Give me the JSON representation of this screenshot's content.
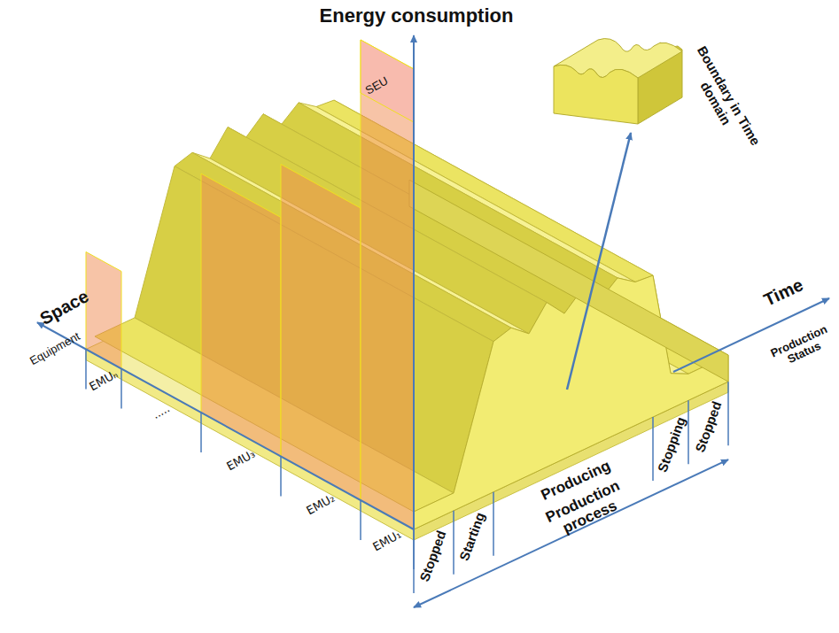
{
  "diagram": {
    "labels": [
      "Energy consumption",
      "Space",
      "Equipment",
      "Time",
      "Production Status",
      "SEU",
      "Boundary in Time domain",
      "EMUₙ",
      ".....",
      "EMU₃",
      "EMU₂",
      "EMU₁",
      "Stopped",
      "Starting",
      "Producing",
      "Stopping",
      "Stopped",
      "Production process"
    ]
  }
}
